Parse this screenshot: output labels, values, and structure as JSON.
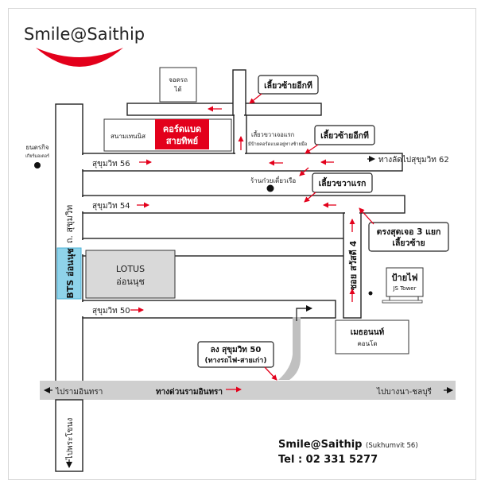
{
  "brand": {
    "name": "Smile@Saithip",
    "accent_color": "#e3001b"
  },
  "roads": {
    "sukhumvit_main": "ถ. สุขุมวิท",
    "soi56": "สุขุมวิท 56",
    "soi54": "สุขุมวิท 54",
    "soi50": "สุขุมวิท 50",
    "soi_sawasdee_4": "ซอย สวัสดี 4",
    "expressway": "ทางด่วนรามอินทรา",
    "to_raminthra": "ไปรามอินทรา",
    "to_bangna": "ไปบางนา-ชลบุรี",
    "to_phrakhanong": "ไปพระโขนง",
    "shortcut_62": "ทางลัดไปสุขุมวิท 62"
  },
  "places": {
    "car_park": "จอดรถได้",
    "tennis_court": "สนามเทนนิส",
    "court_name": "คอร์ดแบด สายทิพย์",
    "tennis_sign": "เลี้ยวขวาเจอแรก มีป้ายคอร์ดแบดอยู่ทางซ้ายมือ",
    "noodle_shop": "ร้านก๋วยเตี๋ยวเรือ",
    "lotus_en": "LOTUS",
    "lotus_th": "อ่อนนุช",
    "bts": "BTS อ่อนนุช",
    "yontrakit": "ยนตรกิจ",
    "yontrakit_sub": "เกียร์มอเตอร์",
    "js_sign_th": "ป้ายไฟ",
    "js_sign_en": "JS Tower",
    "condo_name": "เมธอนนท์",
    "condo_sub": "คอนโด"
  },
  "callouts": {
    "turn_left_again_1": "เลี้ยวซ้ายอีกที",
    "turn_left_again_2": "เลี้ยวซ้ายอีกที",
    "turn_right_first": "เลี้ยวขวาแรก",
    "end_t_junction": "ตรงสุดเจอ 3 แยก เลี้ยวซ้าย",
    "exit_soi50": "ลง สุขุมวิท 50 (ทางรถไฟ-สายเก่า)"
  },
  "footer": {
    "name": "Smile@Saithip",
    "location": "(Sukhumvit 56)",
    "phone": "Tel : 02 331 5277"
  },
  "colors": {
    "road_fill": "#ffffff",
    "expressway_fill": "#cfcfcf",
    "exit_ramp_fill": "#c0c0c0",
    "bts_fill": "#8fd3ea",
    "lotus_fill": "#d9d9d9",
    "arrow_red": "#e3001b",
    "highlight_red": "#e3001b"
  }
}
